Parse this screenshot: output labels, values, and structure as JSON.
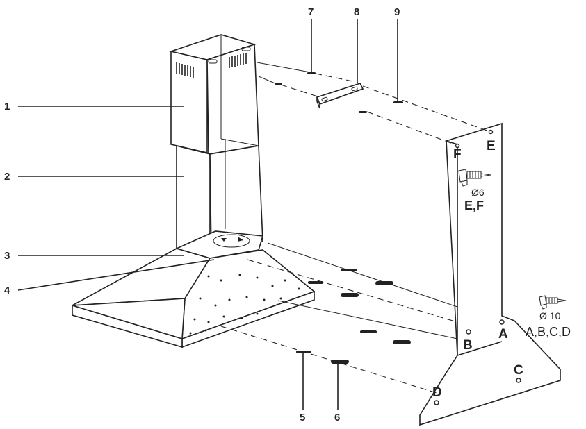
{
  "diagram": {
    "part_numbers": [
      "1",
      "2",
      "3",
      "4",
      "5",
      "6",
      "7",
      "8",
      "9"
    ],
    "wall_points": {
      "A": "A",
      "B": "B",
      "C": "C",
      "D": "D",
      "E": "E",
      "F": "F"
    },
    "drill_upper": {
      "diameter": "Ø6",
      "points": "E,F"
    },
    "drill_lower": {
      "diameter": "Ø 10",
      "points": "A,B,C,D"
    },
    "icons": [
      "drill-icon",
      "drill-icon"
    ]
  }
}
